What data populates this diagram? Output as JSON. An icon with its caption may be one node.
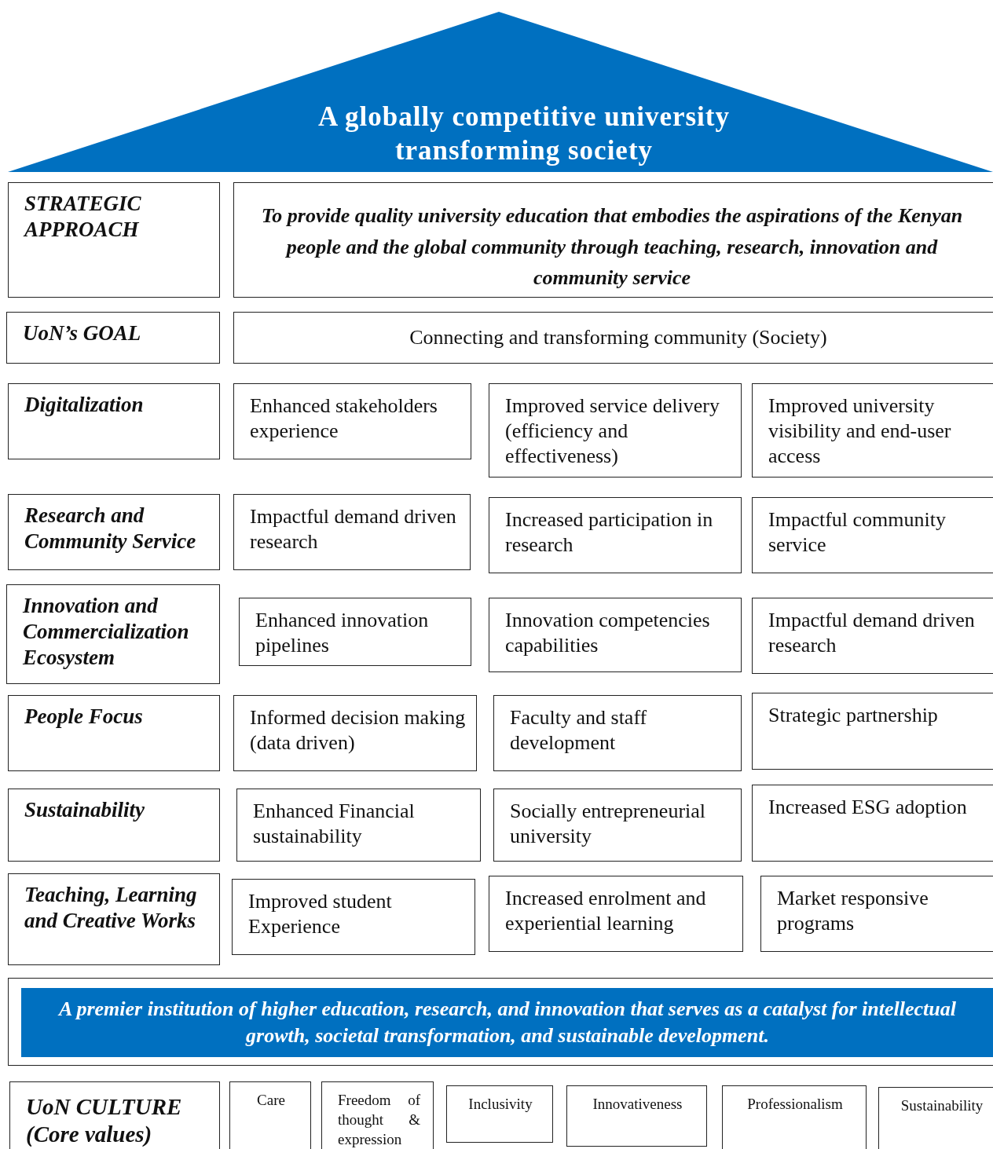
{
  "diagram": {
    "nodes": [
      {
        "text": [
          "A globally competitive university transforming society"
        ]
      },
      {
        "text": [
          "STRATEGIC APPROACH"
        ]
      },
      {
        "text": [
          "To provide quality university education that embodies the aspirations of the Kenyan people and the global community through teaching, research, innovation and community service"
        ]
      },
      {
        "text": [
          "UoN’s GOAL"
        ]
      },
      {
        "text": [
          "Connecting and transforming community (Society)"
        ]
      },
      {
        "text": [
          "Digitalization"
        ]
      },
      {
        "text": [
          "Enhanced stakeholders experience"
        ]
      },
      {
        "text": [
          "Improved service delivery (efficiency and effectiveness)"
        ]
      },
      {
        "text": [
          "Improved university visibility and end-user access"
        ]
      },
      {
        "text": [
          "Research and Community Service"
        ]
      },
      {
        "text": [
          "Impactful demand driven research"
        ]
      },
      {
        "text": [
          "Increased participation in research"
        ]
      },
      {
        "text": [
          "Impactful community service"
        ]
      },
      {
        "text": [
          "Innovation and Commercialization Ecosystem"
        ]
      },
      {
        "text": [
          "Enhanced innovation pipelines"
        ]
      },
      {
        "text": [
          "Innovation competencies capabilities"
        ]
      },
      {
        "text": [
          "Impactful demand driven research"
        ]
      },
      {
        "text": [
          "People Focus"
        ]
      },
      {
        "text": [
          "Informed decision making (data driven)"
        ]
      },
      {
        "text": [
          "Faculty and staff development"
        ]
      },
      {
        "text": [
          "Strategic partnership"
        ]
      },
      {
        "text": [
          "Sustainability"
        ]
      },
      {
        "text": [
          "Enhanced Financial sustainability"
        ]
      },
      {
        "text": [
          "Socially entrepreneurial university"
        ]
      },
      {
        "text": [
          "Increased ESG adoption"
        ]
      },
      {
        "text": [
          "Teaching, Learning and Creative Works"
        ]
      },
      {
        "text": [
          "Improved student Experience"
        ]
      },
      {
        "text": [
          "Increased enrolment and experiential learning"
        ]
      },
      {
        "text": [
          "Market responsive programs"
        ]
      },
      {
        "text": [
          "A premier institution of higher education, research, and innovation that serves as a catalyst for intellectual growth, societal transformation, and sustainable development."
        ]
      },
      {
        "text": [
          "UoN CULTURE (Core values)"
        ]
      },
      {
        "text": [
          "Care"
        ]
      },
      {
        "text": [
          "Freedom of thought & expression"
        ]
      },
      {
        "text": [
          "Inclusivity"
        ]
      },
      {
        "text": [
          "Innovativeness"
        ]
      },
      {
        "text": [
          "Professionalism"
        ]
      },
      {
        "text": [
          "Sustainability"
        ]
      }
    ]
  }
}
